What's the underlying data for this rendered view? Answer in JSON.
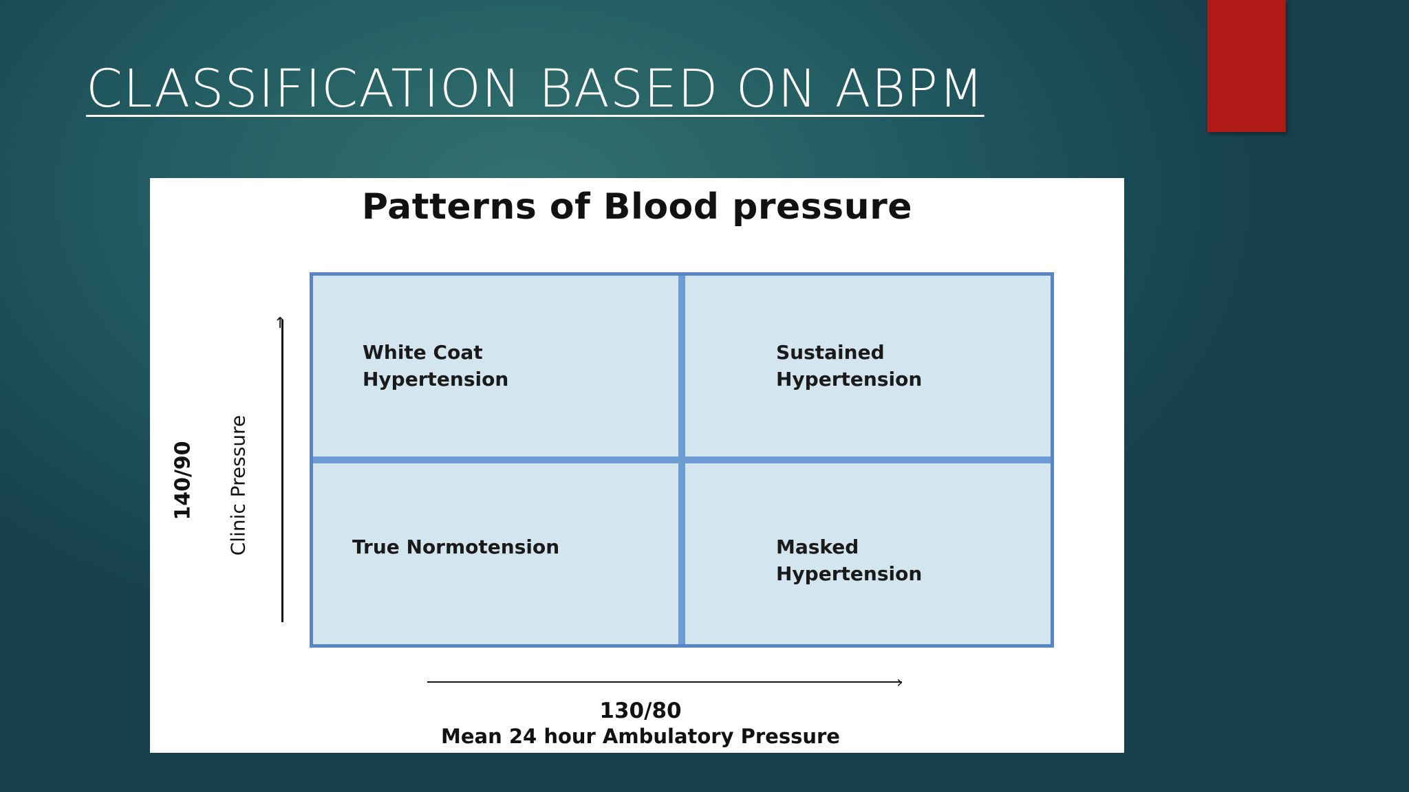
{
  "slide": {
    "title": "CLASSIFICATION BASED ON ABPM",
    "accent_color": "#b01a16",
    "background_color": "#245e63"
  },
  "figure": {
    "title": "Patterns of Blood pressure",
    "quadrants": {
      "top_left": "White Coat\nHypertension",
      "top_right": "Sustained\nHypertension",
      "bottom_left": "True Normotension",
      "bottom_right": "Masked\nHypertension"
    },
    "y_axis": {
      "threshold": "140/90",
      "label": "Clinic Pressure"
    },
    "x_axis": {
      "threshold": "130/80",
      "label": "Mean 24 hour Ambulatory Pressure"
    },
    "colors": {
      "cell_fill": "#d3e6f0",
      "grid_line": "#6d9bd4"
    }
  }
}
